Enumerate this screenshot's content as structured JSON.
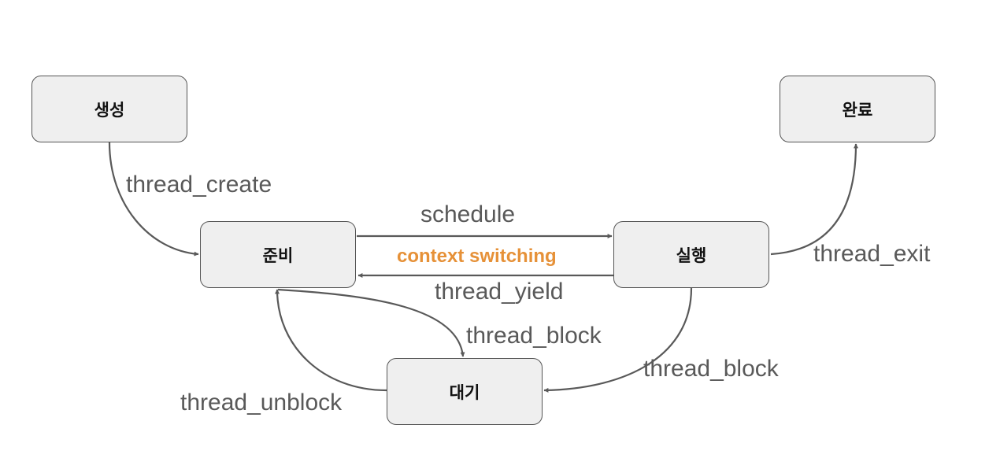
{
  "states": {
    "create": "생성",
    "done": "완료",
    "ready": "준비",
    "running": "실행",
    "waiting": "대기"
  },
  "transitions": {
    "thread_create": "thread_create",
    "schedule": "schedule",
    "context_switching": "context switching",
    "thread_yield": "thread_yield",
    "thread_exit": "thread_exit",
    "thread_block_ready": "thread_block",
    "thread_block_running": "thread_block",
    "thread_unblock": "thread_unblock"
  },
  "colors": {
    "state_fill": "#efefef",
    "state_border": "#555555",
    "edge": "#595959",
    "label": "#595959",
    "highlight": "#e69138"
  }
}
